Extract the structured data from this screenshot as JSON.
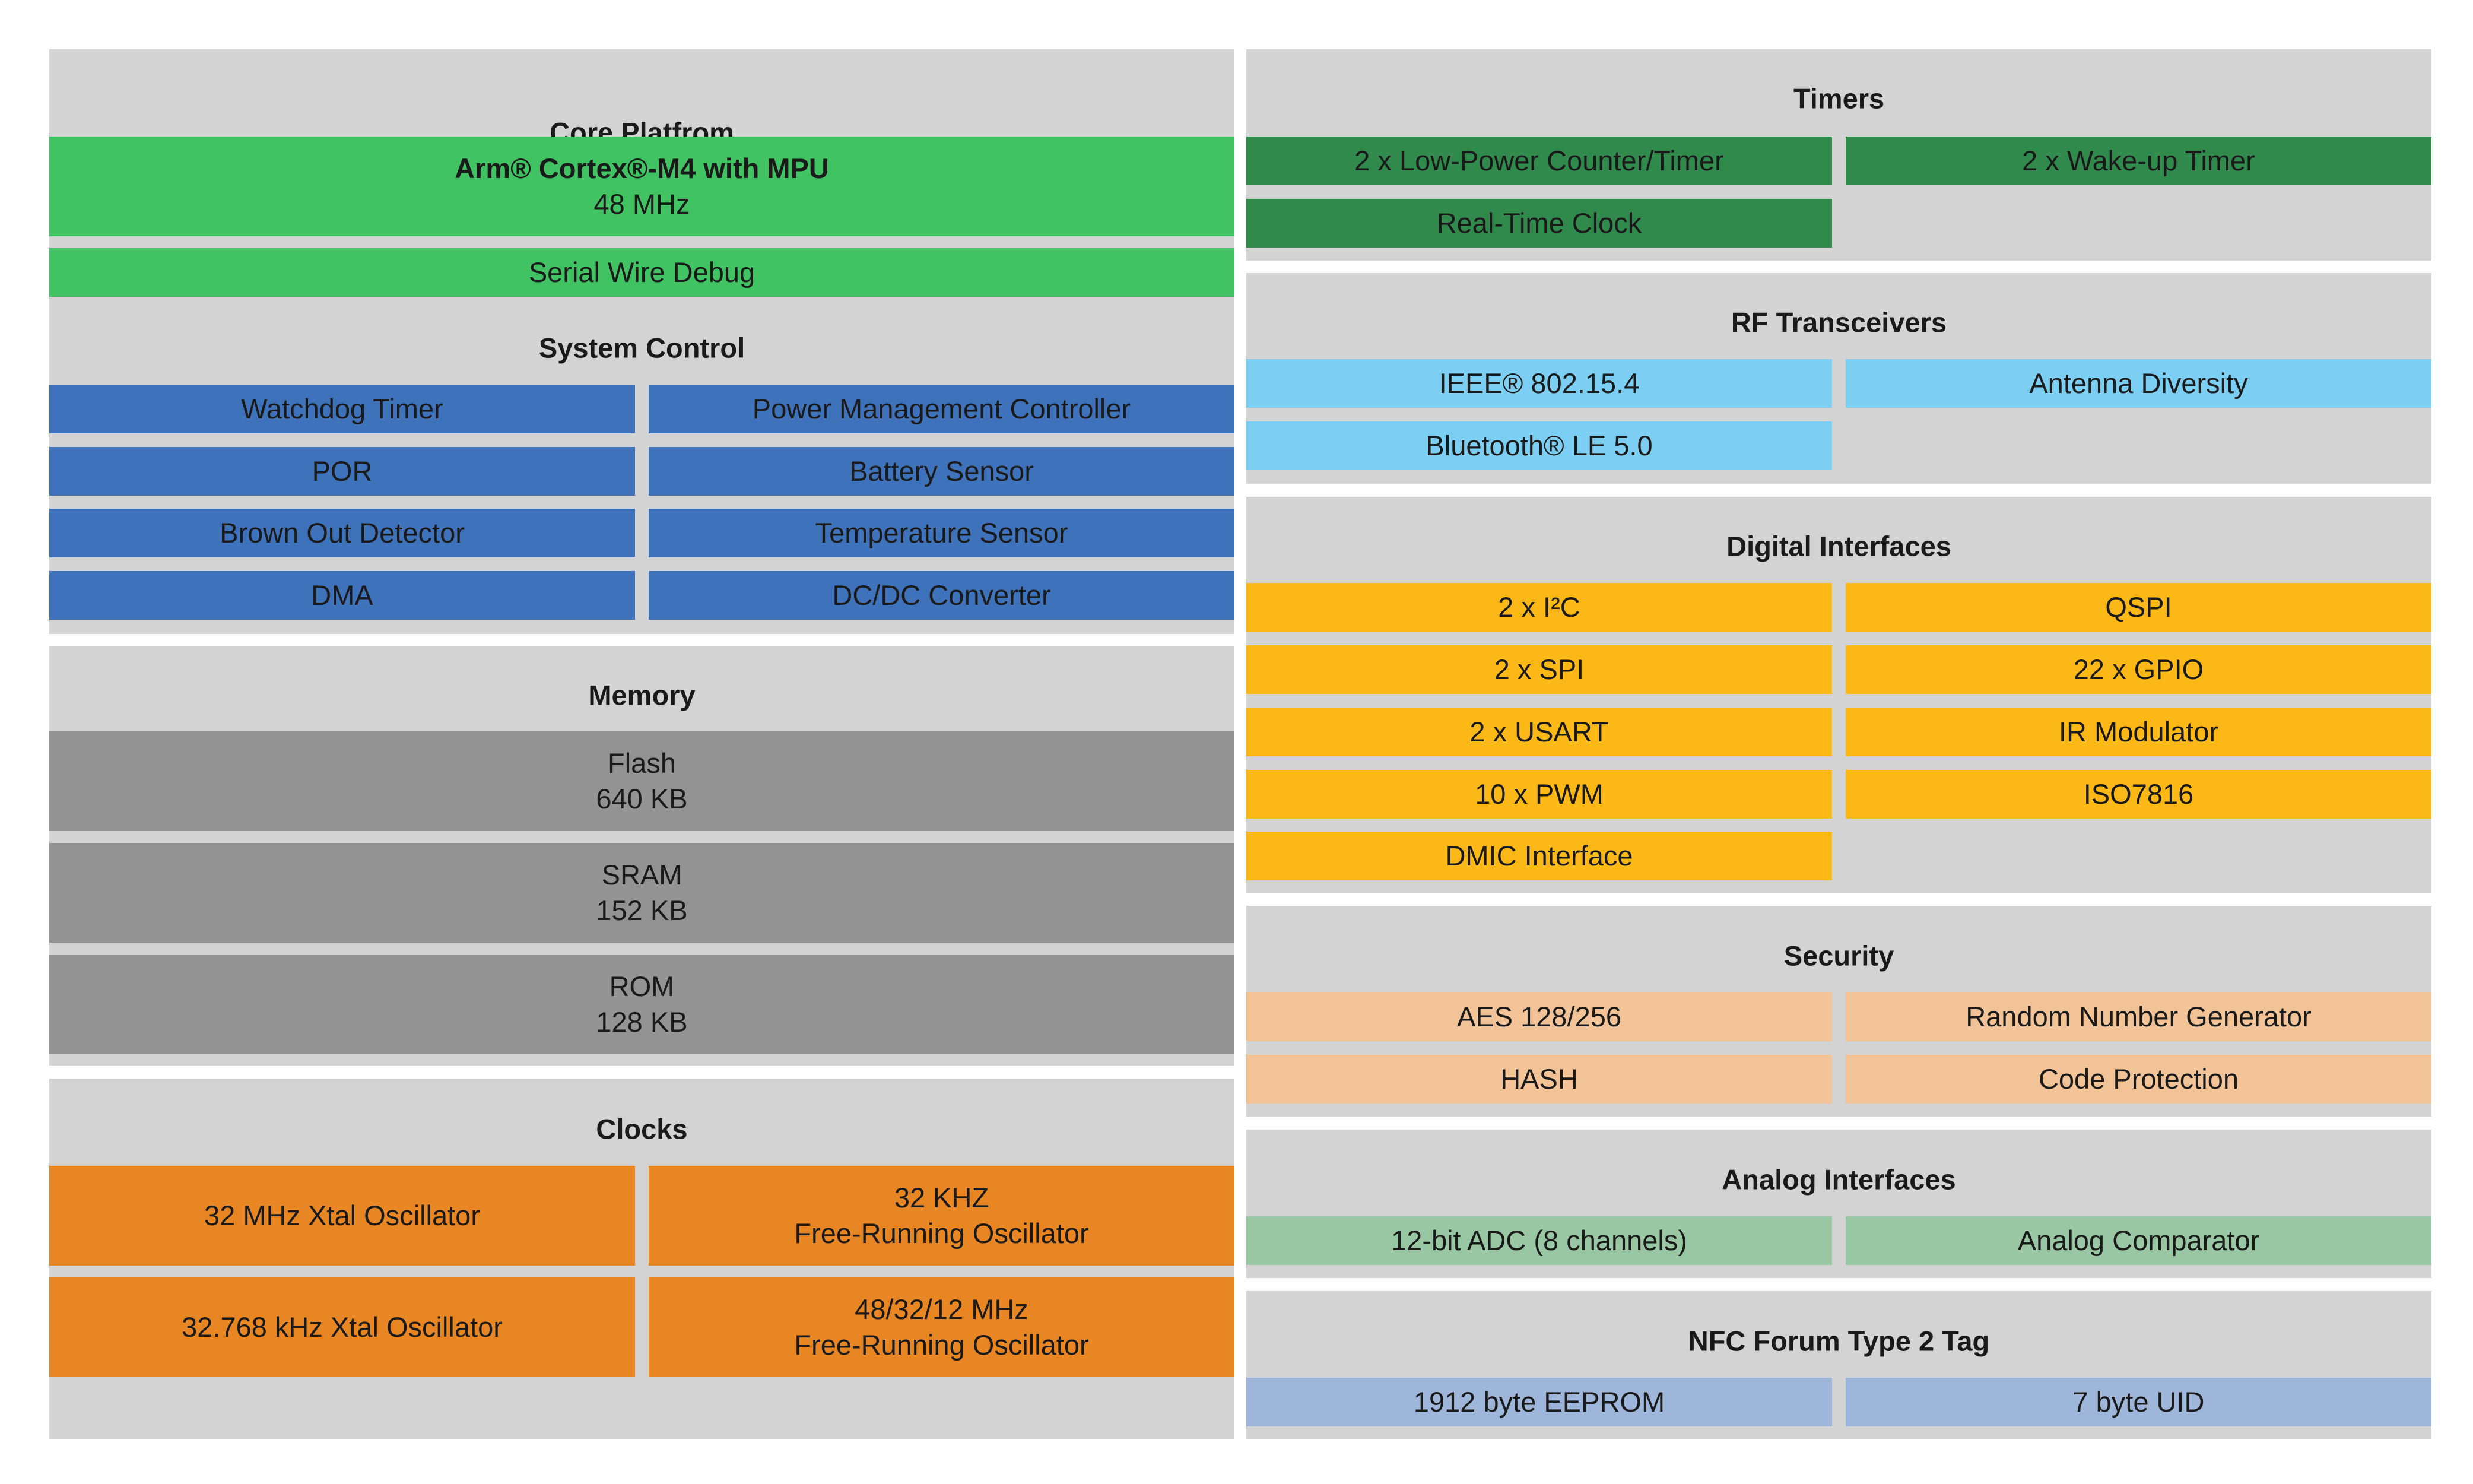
{
  "core": {
    "title": "Core Platfrom",
    "cpu_name": "Arm® Cortex®-M4 with MPU",
    "cpu_freq": "48 MHz",
    "debug": "Serial Wire Debug"
  },
  "system_control": {
    "title": "System Control",
    "items": [
      "Watchdog Timer",
      "Power Management Controller",
      "POR",
      "Battery Sensor",
      "Brown Out Detector",
      "Temperature Sensor",
      "DMA",
      "DC/DC Converter"
    ]
  },
  "memory": {
    "title": "Memory",
    "items": [
      {
        "name": "Flash",
        "size": "640 KB"
      },
      {
        "name": "SRAM",
        "size": "152 KB"
      },
      {
        "name": "ROM",
        "size": "128 KB"
      }
    ]
  },
  "clocks": {
    "title": "Clocks",
    "items": [
      {
        "l1": "32 MHz Xtal Oscillator",
        "l2": ""
      },
      {
        "l1": "32 KHZ",
        "l2": "Free-Running Oscillator"
      },
      {
        "l1": "32.768 kHz Xtal Oscillator",
        "l2": ""
      },
      {
        "l1": "48/32/12 MHz",
        "l2": "Free-Running Oscillator"
      }
    ]
  },
  "timers": {
    "title": "Timers",
    "items": [
      "2 x Low-Power Counter/Timer",
      "2 x Wake-up Timer",
      "Real-Time Clock"
    ]
  },
  "rf": {
    "title": "RF Transceivers",
    "items": [
      "IEEE® 802.15.4",
      "Antenna Diversity",
      "Bluetooth® LE 5.0"
    ]
  },
  "digital": {
    "title": "Digital Interfaces",
    "items": [
      "2 x I²C",
      "QSPI",
      "2 x SPI",
      "22 x GPIO",
      "2 x USART",
      "IR Modulator",
      "10 x PWM",
      "ISO7816",
      "DMIC Interface"
    ]
  },
  "security": {
    "title": "Security",
    "items": [
      "AES 128/256",
      "Random Number Generator",
      "HASH",
      "Code Protection"
    ]
  },
  "analog": {
    "title": "Analog Interfaces",
    "items": [
      "12-bit ADC (8 channels)",
      "Analog Comparator"
    ]
  },
  "nfc": {
    "title": "NFC Forum Type 2 Tag",
    "items": [
      "1912 byte EEPROM",
      "7 byte UID"
    ]
  },
  "colors": {
    "panel_bg": "#d3d3d3",
    "core": "#41c364",
    "system_control": "#3e72ba",
    "memory": "#939393",
    "clocks": "#e98624",
    "timers": "#2f8a4c",
    "rf": "#7ccff2",
    "digital": "#fcb817",
    "security": "#f2c396",
    "analog": "#9ac7a3",
    "nfc": "#9db6da"
  }
}
